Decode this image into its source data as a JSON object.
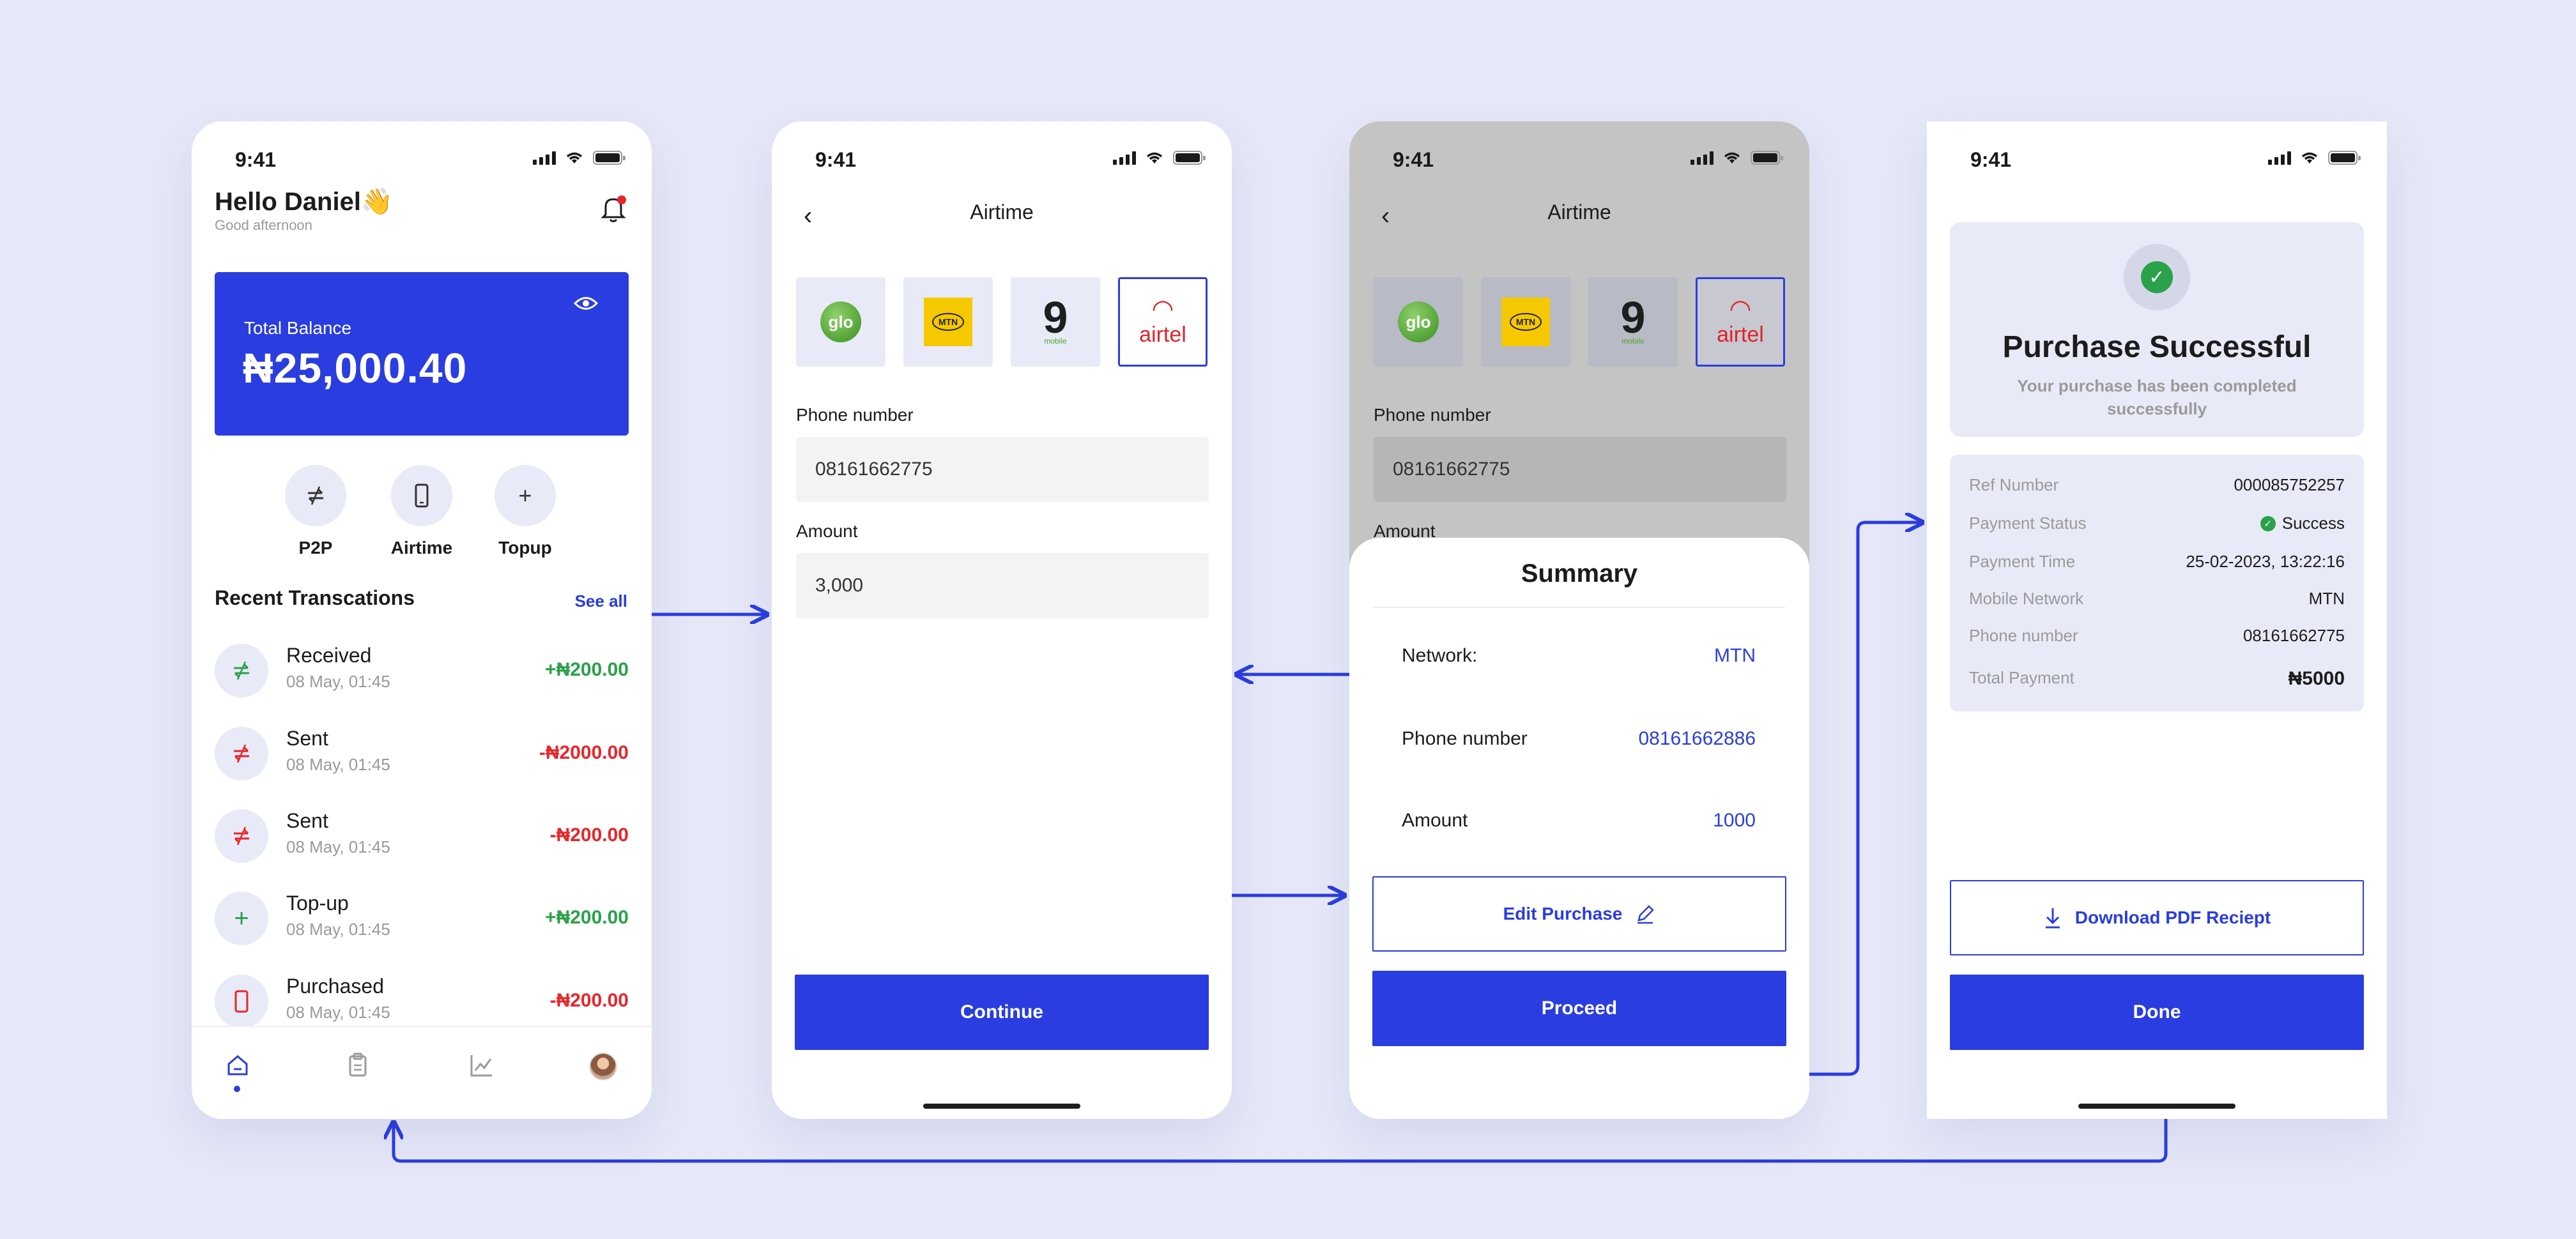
{
  "colors": {
    "background": "#e6e8f8",
    "primary": "#2a3de0",
    "positive": "#2aa14a",
    "negative": "#e8252a",
    "muted": "#9a9a9a"
  },
  "status_time": "9:41",
  "home": {
    "greeting": "Hello Daniel👋",
    "subtitle": "Good afternoon",
    "balance_label": "Total Balance",
    "balance_amount": "₦25,000.40",
    "actions": [
      {
        "label": "P2P",
        "icon": "transfer-icon"
      },
      {
        "label": "Airtime",
        "icon": "phone-icon"
      },
      {
        "label": "Topup",
        "icon": "plus-icon"
      }
    ],
    "recent_title": "Recent Transcations",
    "see_all": "See all",
    "transactions": [
      {
        "name": "Received",
        "date": "08 May, 01:45",
        "amount": "+₦200.00",
        "type": "positive",
        "icon": "transfer-icon"
      },
      {
        "name": "Sent",
        "date": "08 May, 01:45",
        "amount": "-₦2000.00",
        "type": "negative",
        "icon": "transfer-icon"
      },
      {
        "name": "Sent",
        "date": "08 May, 01:45",
        "amount": "-₦200.00",
        "type": "negative",
        "icon": "transfer-icon"
      },
      {
        "name": "Top-up",
        "date": "08 May, 01:45",
        "amount": "+₦200.00",
        "type": "positive",
        "icon": "plus-icon"
      },
      {
        "name": "Purchased",
        "date": "08 May, 01:45",
        "amount": "-₦200.00",
        "type": "negative",
        "icon": "phone-icon"
      }
    ],
    "nav": [
      "home-icon",
      "clipboard-icon",
      "chart-icon",
      "avatar"
    ]
  },
  "airtime": {
    "title": "Airtime",
    "networks": [
      {
        "name": "glo",
        "logo_text": "glo"
      },
      {
        "name": "MTN",
        "logo_text": "MTN"
      },
      {
        "name": "9mobile",
        "logo_text": "9",
        "sub_text": "mobile"
      },
      {
        "name": "airtel",
        "logo_text": "airtel",
        "selected": true
      }
    ],
    "phone_label": "Phone number",
    "phone_value": "08161662775",
    "amount_label": "Amount",
    "amount_value": "3,000",
    "continue_label": "Continue"
  },
  "summary": {
    "title": "Summary",
    "rows": [
      {
        "key": "Network:",
        "value": "MTN"
      },
      {
        "key": "Phone number",
        "value": "08161662886"
      },
      {
        "key": "Amount",
        "value": "1000"
      }
    ],
    "edit_label": "Edit Purchase",
    "proceed_label": "Proceed"
  },
  "success": {
    "title": "Purchase Successful",
    "message": "Your purchase has been completed successfully",
    "details": [
      {
        "key": "Ref Number",
        "value": "000085752257"
      },
      {
        "key": "Payment Status",
        "value": "Success",
        "badge": "success"
      },
      {
        "key": "Payment Time",
        "value": "25-02-2023, 13:22:16"
      },
      {
        "key": "Mobile Network",
        "value": "MTN"
      },
      {
        "key": "Phone number",
        "value": "08161662775"
      },
      {
        "key": "Total Payment",
        "value": "₦5000",
        "emphasis": true
      }
    ],
    "download_label": "Download PDF Reciept",
    "done_label": "Done"
  }
}
